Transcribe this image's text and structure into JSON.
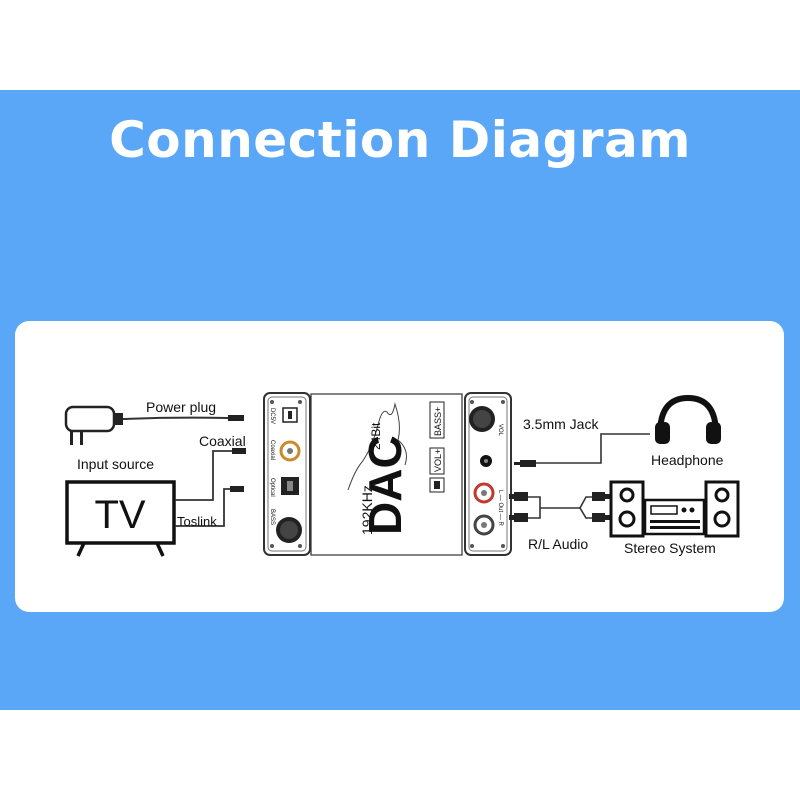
{
  "title": "Connection Diagram",
  "labels": {
    "power_plug": "Power plug",
    "input_source": "Input source",
    "coaxial": "Coaxial",
    "toslink": "Toslink",
    "tv": "TV",
    "jack": "3.5mm Jack",
    "headphone": "Headphone",
    "rl_audio": "R/L Audio",
    "stereo_system": "Stereo System"
  },
  "device": {
    "dac": "DAC",
    "freq": "192KHz",
    "bits": "24Bit",
    "bass_plus": "BASS+",
    "vol_plus": "VOL+",
    "dc5v": "DC5V",
    "coaxial_port": "Coaxial",
    "optical_port": "Optical",
    "bass_knob": "BASS",
    "vol_knob": "VOL",
    "out_port": "L — Out — R"
  },
  "colors": {
    "banner": "#5aa7f8",
    "card": "#ffffff",
    "line": "#333333"
  }
}
